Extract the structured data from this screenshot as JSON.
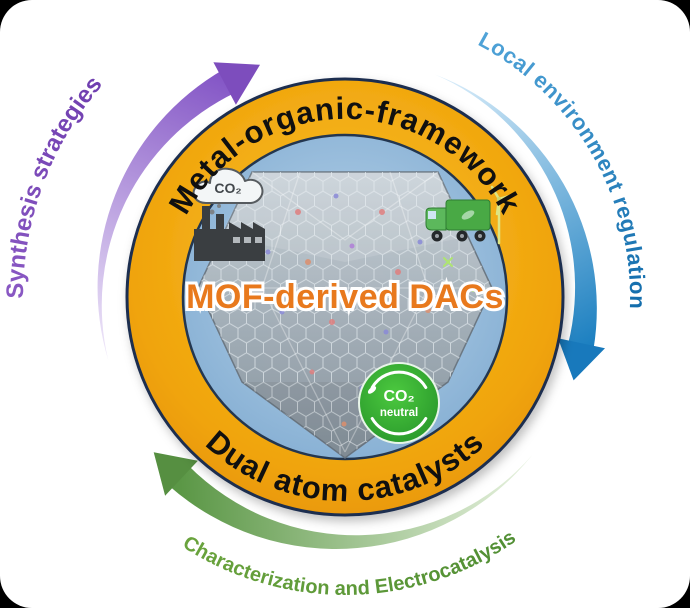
{
  "ring": {
    "top_label": "Metal-organic-framework",
    "bottom_label": "Dual atom catalysts"
  },
  "center": {
    "title": "MOF-derived DACs"
  },
  "arrows": {
    "synthesis_label": "Synthesis strategies",
    "environment_label": "Local environment regulation",
    "characterization_label": "Characterization and Electrocatalysis"
  },
  "icons": {
    "cloud_co2": "CO₂",
    "badge_line1": "CO₂",
    "badge_line2": "neutral",
    "names": [
      "co2-cloud-icon",
      "factory-icon",
      "electric-truck-icon",
      "wind-turbine-icon",
      "co2-neutral-badge-icon",
      "mof-crystal-graphic"
    ]
  },
  "colors": {
    "ring": "#F0A30A",
    "ring_outline": "#1E2D4F",
    "inner_circle": "#9CC0E0",
    "center_text": "#E8791D",
    "synthesis_purple": "#7C4FB8",
    "environment_blue": "#1E86C8",
    "characterization_green": "#5E9C3E",
    "badge_green": "#2FA12C"
  }
}
